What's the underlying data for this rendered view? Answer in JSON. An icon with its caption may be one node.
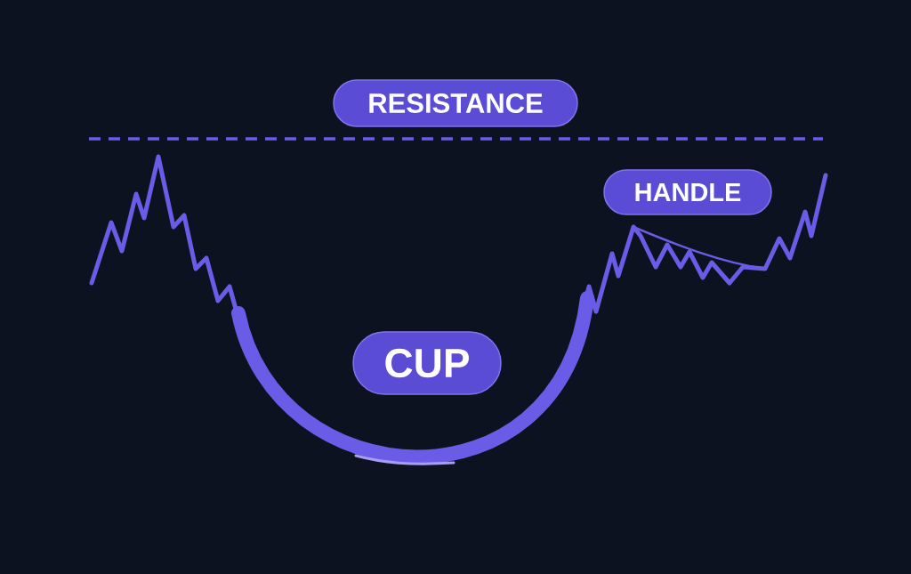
{
  "diagram": {
    "nodes": [
      {
        "text": [
          "RESISTANCE"
        ]
      },
      {
        "text": [
          "HANDLE"
        ]
      },
      {
        "text": [
          "CUP"
        ]
      }
    ]
  }
}
